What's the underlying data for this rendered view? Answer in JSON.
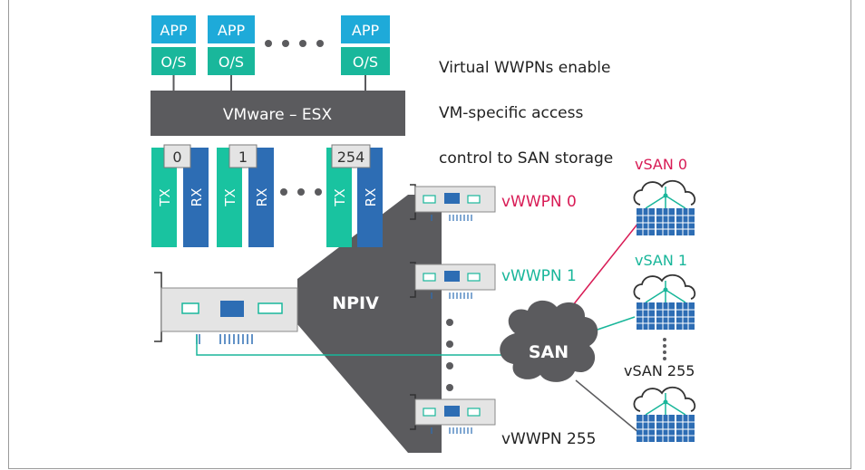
{
  "vm_stack": {
    "app_label": "APP",
    "os_label": "O/S",
    "hypervisor_label": "VMware – ESX"
  },
  "ports": {
    "queue_ids": [
      "0",
      "1",
      "254"
    ],
    "tx_label": "TX",
    "rx_label": "RX"
  },
  "npiv_label": "NPIV",
  "san_label": "SAN",
  "caption": {
    "lines": [
      "Virtual WWPNs enable",
      "VM-specific access",
      "control to SAN storage"
    ]
  },
  "vwwpn_labels": [
    "vWWPN 0",
    "vWWPN 1",
    "vWWPN 255"
  ],
  "vsan_labels": [
    "vSAN 0",
    "vSAN 1",
    "vSAN 255"
  ],
  "colors": {
    "app": "#1eaad9",
    "os": "#19b79b",
    "hypervisor": "#5b5b5e",
    "tx": "#19c3a0",
    "rx": "#2d6db4",
    "npiv": "#5b5b5e",
    "vsan0": "#d81b55",
    "vsan1": "#18b69a",
    "card": "#e4e4e4"
  }
}
